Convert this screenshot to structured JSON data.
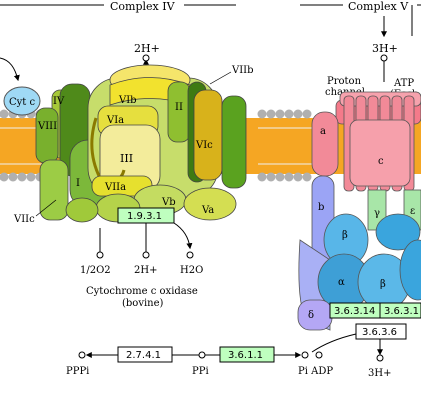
{
  "complexes": {
    "complex_iv_title": "Complex IV",
    "complex_v_title": "Complex V"
  },
  "labels": {
    "h_in_iv": "2H+",
    "h_in_v": "3H+",
    "proton_channel_line1": "Proton",
    "proton_channel_line2": "channel",
    "atp_line1": "ATP",
    "atp_line2": "(Esch",
    "cyt_c": "Cyt c",
    "subunit_iv": "IV",
    "subunit_viii": "VIII",
    "subunit_vib": "VIb",
    "subunit_viib": "VIIb",
    "subunit_ii": "II",
    "subunit_via": "VIa",
    "subunit_iii": "III",
    "subunit_vic": "VIc",
    "subunit_i": "I",
    "subunit_viia": "VIIa",
    "subunit_vb": "Vb",
    "subunit_va": "Va",
    "subunit_viic": "VIIc",
    "o2": "1/2O2",
    "h_out": "2H+",
    "h2o": "H2O",
    "enzyme_name_line1": "Cytochrome c oxidase",
    "enzyme_name_line2": "(bovine)",
    "sub_a": "a",
    "sub_b": "b",
    "sub_c": "c",
    "sub_gamma": "γ",
    "sub_epsilon": "ε",
    "sub_beta1": "β",
    "sub_alpha": "α",
    "sub_beta2": "β",
    "sub_delta": "δ",
    "pppi": "PPPi",
    "ppi": "PPi",
    "pi_adp": "Pi ADP",
    "h_out_v": "3H+"
  },
  "ec_numbers": {
    "ec_1_9_3_1": "1.9.3.1",
    "ec_3_6_3_14_a": "3.6.3.14",
    "ec_3_6_3_14_b": "3.6.3.1",
    "ec_3_6_3_6": "3.6.3.6",
    "ec_2_7_4_1": "2.7.4.1",
    "ec_3_6_1_1": "3.6.1.1"
  },
  "colors": {
    "membrane_orange": "#f5a623",
    "membrane_gray": "#b0b0b0",
    "ec_box_green": "#bfffbf"
  }
}
